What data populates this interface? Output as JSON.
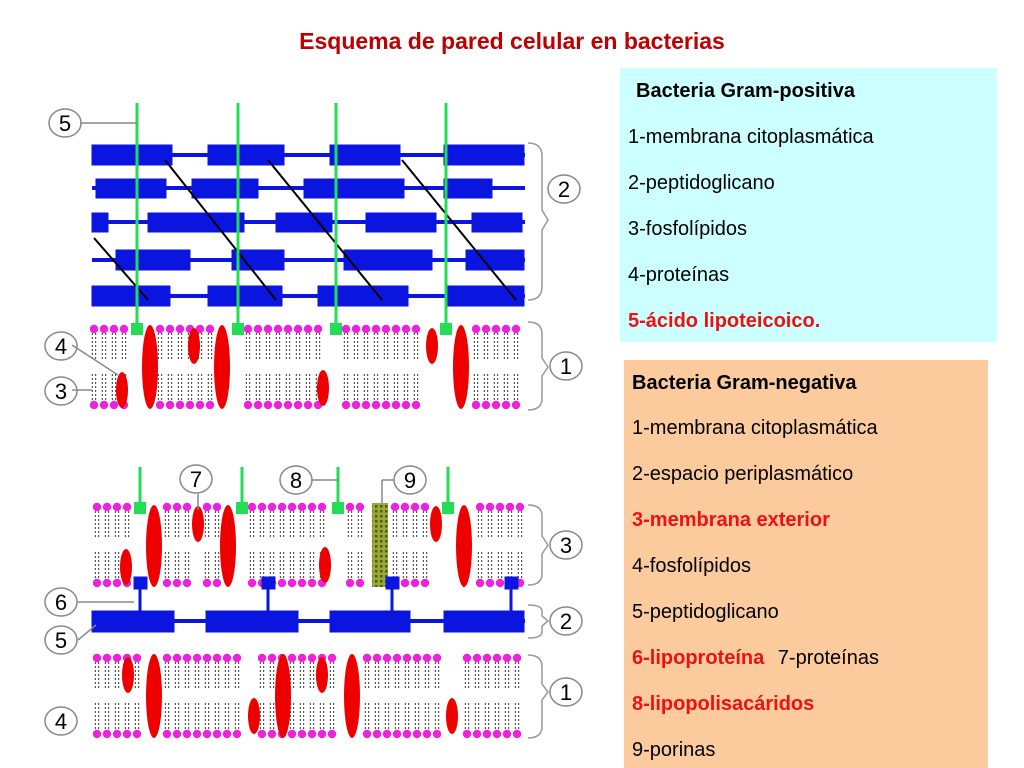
{
  "title": "Esquema de pared celular en bacterias",
  "colors": {
    "title": "#c00000",
    "peptidoglycan": "#0a15e0",
    "phospholipid_head": "#ee22dd",
    "protein": "#ee0000",
    "lipoteichoic": "#22dd55",
    "porin": "#99aa33",
    "gram_positive_panel": "#ccffff",
    "gram_negative_panel": "#fbcb9d",
    "highlight_text": "#ee1111"
  },
  "diagram_labels": {
    "gram_positive": {
      "teichoic_acid": "5",
      "wall": "2",
      "protein": "4",
      "phospholipid": "3",
      "membrane": "1"
    },
    "gram_negative": {
      "protein": "7",
      "lps": "8",
      "porin": "9",
      "outer_membrane": "3",
      "lipoprotein": "6",
      "peptidoglycan": "5",
      "periplasm": "2",
      "membrane": "1",
      "phospholipid": "4"
    }
  },
  "gram_positive": {
    "heading": "Bacteria Gram-positiva",
    "items": [
      "1-membrana citoplasmática",
      "2-peptidoglicano",
      "3-fosfolípidos",
      "4-proteínas",
      "5-ácido lipoteicoico."
    ]
  },
  "gram_negative": {
    "heading": "Bacteria Gram-negativa",
    "items": [
      "1-membrana citoplasmática",
      "2-espacio periplasmático",
      "3-membrana exterior",
      "4-fosfolípidos",
      "5-peptidoglicano",
      "6-lipoproteína",
      "7-proteínas",
      "8-lipopolisacáridos",
      "9-porinas"
    ]
  }
}
